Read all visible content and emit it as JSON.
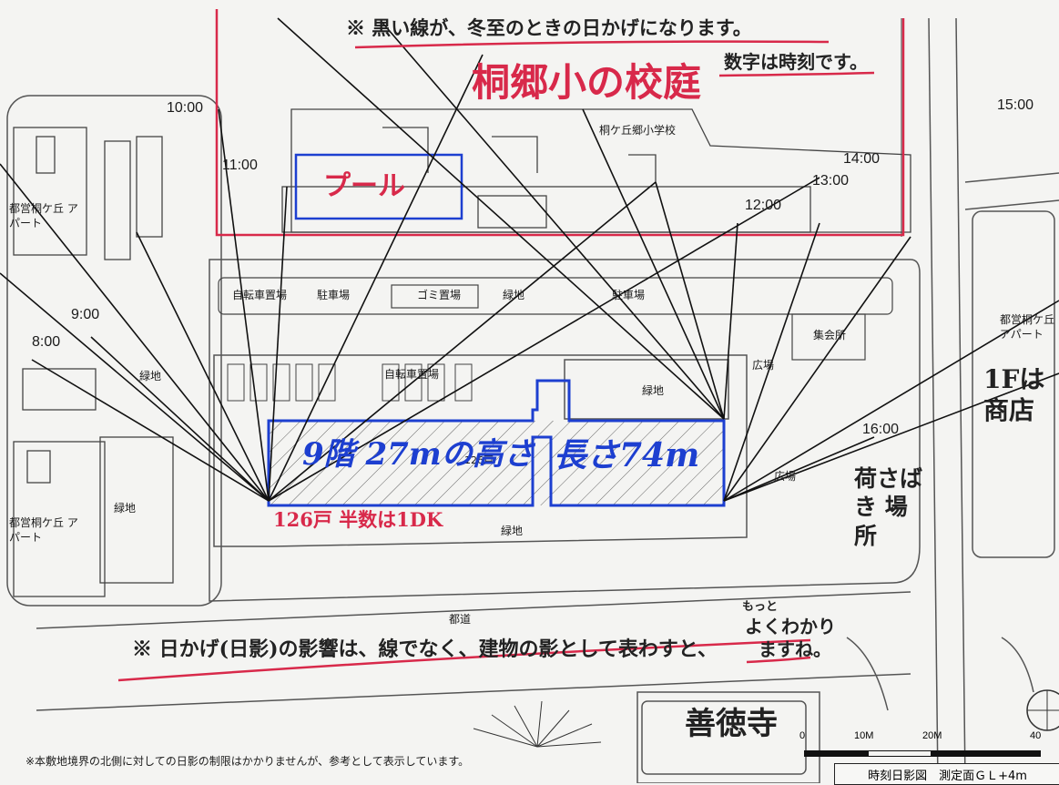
{
  "title_note": "※ 黒い線が、冬至のときの日かげになります。",
  "subnote": "数字は時刻です。",
  "school_yard_label": "桐郷小の校庭",
  "school_name": "桐ケ丘郷小学校",
  "pool_label": "プール",
  "building_label_left": "9階 27mの高さ",
  "building_label_right": "長さ74m",
  "building_units": "126戸",
  "units_note": "126戸 半数は1DK",
  "ground_floor_note": "1Fは 商店",
  "loading_note": "荷さばき 場所",
  "temple_name": "善徳寺",
  "bottom_note": "※ 日かげ(日影)の影響は、線でなく、建物の影として表わすと、",
  "bottom_note_insert": "もっと",
  "bottom_note_end1": "よくわかり",
  "bottom_note_end2": "ますね。",
  "times": {
    "t8": "8:00",
    "t9": "9:00",
    "t10": "10:00",
    "t11": "11:00",
    "t12": "12:00",
    "t13": "13:00",
    "t14": "14:00",
    "t15": "15:00",
    "t16": "16:00"
  },
  "map_labels": {
    "apt_left_top": "都営桐ケ丘 アパート",
    "apt_left_bottom": "都営桐ケ丘 アパート",
    "apt_right": "都営桐ケ丘 アパート",
    "bike_parking_1": "自転車置場",
    "car_parking_1": "駐車場",
    "garbage": "ゴミ置場",
    "green_1": "緑地",
    "car_parking_2": "駐車場",
    "bike_parking_2": "自転車置場",
    "green_2": "緑地",
    "green_3": "緑地",
    "green_4": "緑地",
    "green_5": "緑地",
    "plaza_1": "広場",
    "plaza_2": "広場",
    "hall": "集会所",
    "road": "都道"
  },
  "footer_note": "※本敷地境界の北側に対しての日影の制限はかかりませんが、参考として表示しています。",
  "scale": {
    "s0": "0",
    "s10": "10M",
    "s20": "20M",
    "s40": "40"
  },
  "legend_caption": "時刻日影図　測定面ＧＬ+4m",
  "colors": {
    "red_marker": "#d8294a",
    "blue_marker": "#1d3fd0",
    "ink": "#1a1a1a"
  }
}
